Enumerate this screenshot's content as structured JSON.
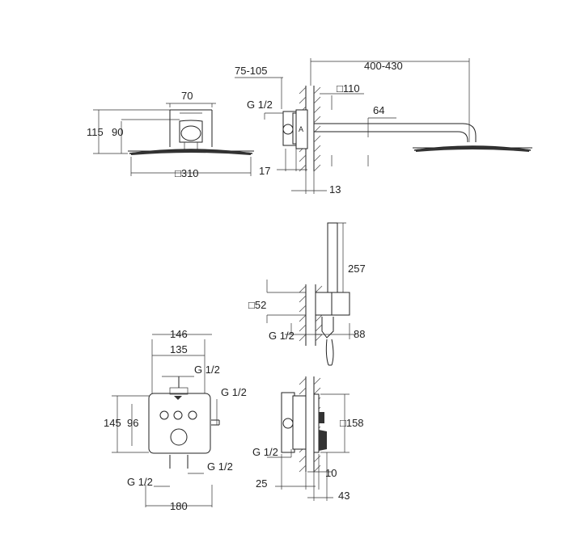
{
  "rainshower_front": {
    "dims": {
      "width_plate": "70",
      "height_total": "115",
      "height_inner": "90",
      "head_size": "□310"
    }
  },
  "rainshower_side": {
    "dims": {
      "depth_range": "75-105",
      "arm_length": "400-430",
      "thread": "G 1/2",
      "plate": "□110",
      "arm_height": "64",
      "wall_gap": "17",
      "offset": "13"
    }
  },
  "hand_shower": {
    "dims": {
      "hose_height": "257",
      "holder": "□52",
      "thread": "G 1/2",
      "depth": "88"
    }
  },
  "thermostat_front": {
    "dims": {
      "width_outer": "146",
      "width_inner": "135",
      "height_outer": "145",
      "height_inner": "96",
      "thread_top": "G 1/2",
      "thread_right": "G 1/2",
      "thread_bottom_left": "G 1/2",
      "thread_bottom_right": "G 1/2",
      "box_width": "180"
    }
  },
  "thermostat_side": {
    "dims": {
      "body_size": "□158",
      "thread": "G 1/2",
      "depth_min": "25",
      "offset": "10",
      "depth_max": "43"
    }
  }
}
